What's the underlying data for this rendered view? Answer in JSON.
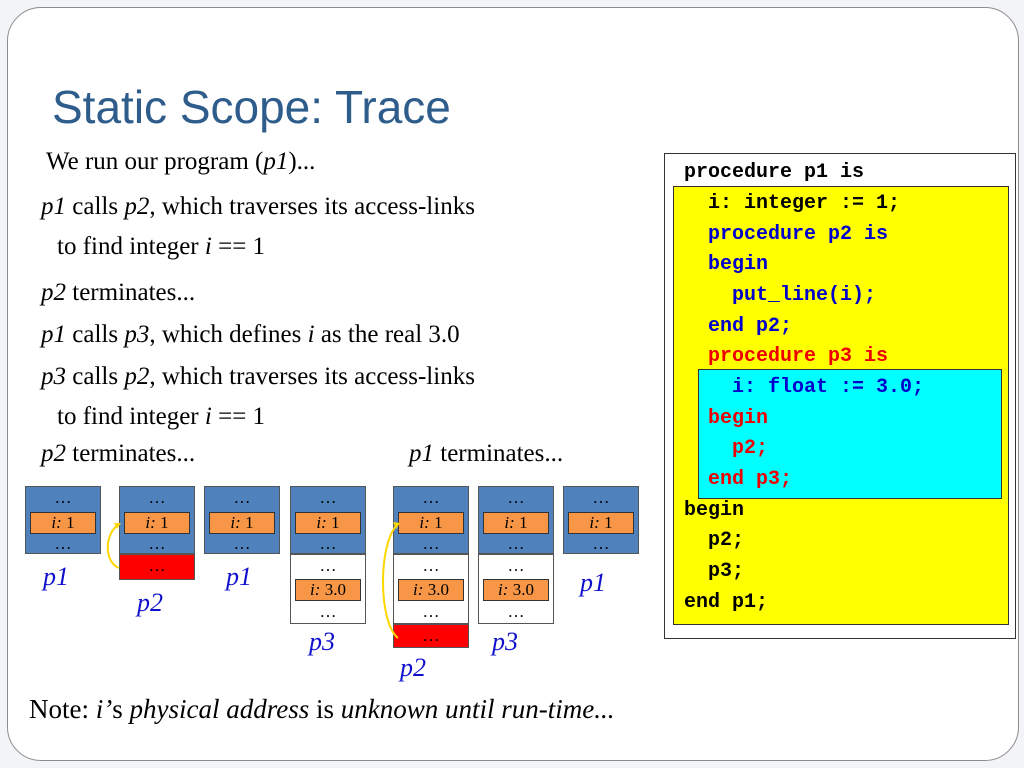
{
  "title": "Static Scope: Trace",
  "lines": {
    "l1_a": "We run our program (",
    "l1_b": "p1",
    "l1_c": ")...",
    "l2_a": "p1",
    "l2_b": " calls ",
    "l2_c": "p2",
    "l2_d": ", which traverses its access-links",
    "l3_a": "to find integer ",
    "l3_b": "i",
    "l3_c": " == 1",
    "l4_a": "p2",
    "l4_b": " terminates...",
    "l5_a": "p1",
    "l5_b": " calls ",
    "l5_c": "p3",
    "l5_d": ", which defines ",
    "l5_e": "i",
    "l5_f": " as the real 3.0",
    "l6_a": "p3",
    "l6_b": " calls ",
    "l6_c": "p2",
    "l6_d": ", which traverses its access-links",
    "l7_a": "to find integer ",
    "l7_b": "i",
    "l7_c": " == 1",
    "l8_a": "p2",
    "l8_b": " terminates...",
    "l8_c": "p1",
    "l8_d": " terminates..."
  },
  "code": [
    "procedure p1 is",
    "  i: integer := 1;",
    "  procedure p2 is",
    "  begin",
    "    put_line(i);",
    "  end p2;",
    "  procedure p3 is",
    "    i: float := 3.0;",
    "  begin",
    "    p2;",
    "  end p3;",
    "begin",
    "  p2;",
    "  p3;",
    "end p1;"
  ],
  "frames": {
    "dots": "…",
    "i_name": "i:",
    "int_value": " 1",
    "float_value": " 3.0",
    "label_p1": "p1",
    "label_p2": "p2",
    "label_p3": "p3"
  },
  "note": {
    "a": "Note: ",
    "b": "i’",
    "c": "s ",
    "d": "physical address",
    "e": " is ",
    "f": "unknown until run-time..."
  },
  "colors": {
    "title": "#2e5d8c",
    "frame_p1": "#4f81bd",
    "frame_p2": "#ff0000",
    "frame_p3": "#ffffff",
    "variable": "#f79646",
    "code_outer": "#ffff00",
    "code_inner": "#00ffff",
    "code_p1": "#000000",
    "code_p2": "#0000cc",
    "code_p3": "#ee0000",
    "access_link": "#ffd700"
  }
}
